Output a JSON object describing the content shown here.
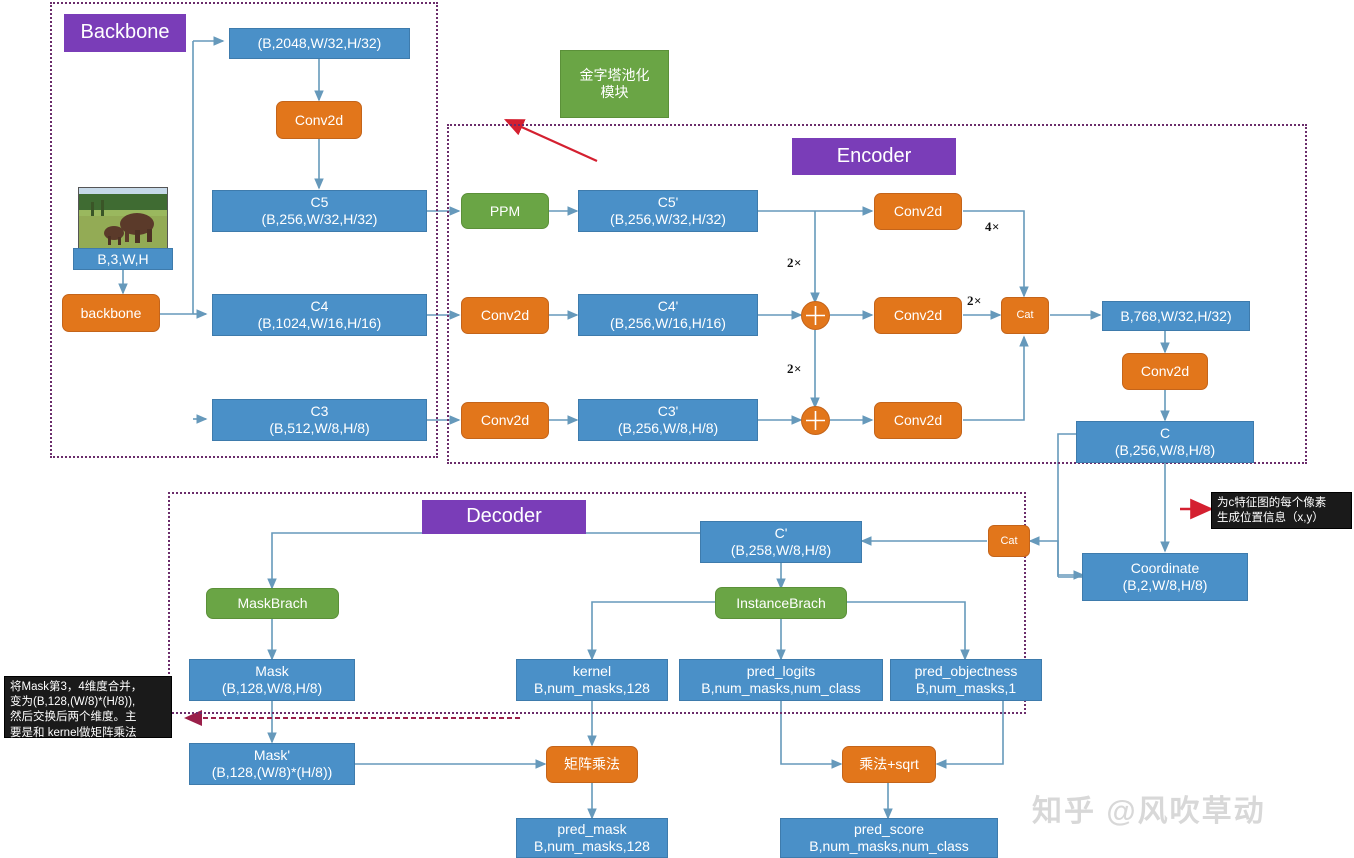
{
  "groups": {
    "backbone": {
      "title": "Backbone"
    },
    "encoder": {
      "title": "Encoder"
    },
    "decoder": {
      "title": "Decoder"
    }
  },
  "backbone": {
    "input_tensor": "B,3,W,H",
    "backbone_block": "backbone",
    "c5_raw": "(B,2048,W/32,H/32)",
    "conv_c5": "Conv2d",
    "c5": "C5\n(B,256,W/32,H/32)",
    "c4": "C4\n(B,1024,W/16,H/16)",
    "c3": "C3\n(B,512,W/8,H/8)"
  },
  "encoder": {
    "ppm_note": "金字塔池化\n模块",
    "ppm": "PPM",
    "c5p": "C5'\n(B,256,W/32,H/32)",
    "conv_c4": "Conv2d",
    "c4p": "C4'\n(B,256,W/16,H/16)",
    "conv_c3": "Conv2d",
    "c3p": "C3'\n(B,256,W/8,H/8)",
    "conv_top": "Conv2d",
    "conv_mid": "Conv2d",
    "conv_bot": "Conv2d",
    "cat": "Cat",
    "up4": "4×",
    "up2_a": "2×",
    "up2_b": "2×",
    "up2_c": "2×",
    "concat_out": "B,768,W/32,H/32)",
    "conv_after_cat": "Conv2d",
    "c_feat": "C\n(B,256,W/8,H/8)"
  },
  "coordinate": {
    "note": "为c特征图的每个像素\n生成位置信息（x,y）",
    "box": "Coordinate\n(B,2,W/8,H/8)",
    "cat": "Cat"
  },
  "decoder": {
    "cprime": "C'\n(B,258,W/8,H/8)",
    "mask_branch": "MaskBrach",
    "instance_branch": "InstanceBrach",
    "mask": "Mask\n(B,128,W/8,H/8)",
    "mask_prime": "Mask'\n(B,128,(W/8)*(H/8))",
    "kernel": "kernel\nB,num_masks,128",
    "pred_logits": "pred_logits\nB,num_masks,num_class",
    "pred_objectness": "pred_objectness\nB,num_masks,1",
    "matmul": "矩阵乘法",
    "mul_sqrt": "乘法+sqrt",
    "pred_mask": "pred_mask\nB,num_masks,128",
    "pred_score": "pred_score\nB,num_masks,num_class",
    "mask_note": "将Mask第3，4维度合并，\n变为(B,128,(W/8)*(H/8)),\n然后交换后两个维度。主\n要是和 kernel做矩阵乘法"
  },
  "watermark": "知乎 @风吹草动",
  "colors": {
    "blue": "#4A90C8",
    "orange": "#E2761B",
    "green": "#6AA545",
    "purple": "#7A3DB8",
    "frame": "#6B2D6B",
    "wire": "#6699BB",
    "red_arrow": "#D42030"
  }
}
